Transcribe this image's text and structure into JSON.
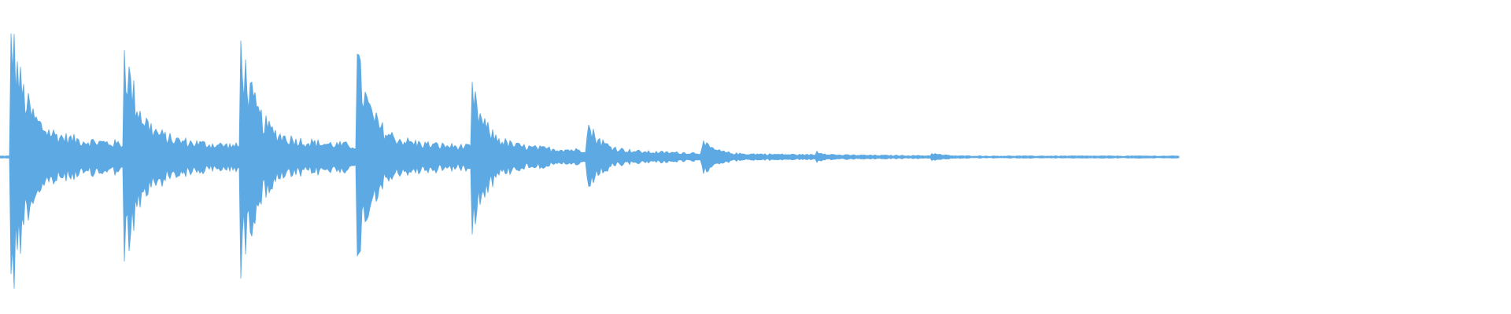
{
  "waveform": {
    "color": "#5DA9E3",
    "background": "#FFFFFF",
    "duration_fraction_with_audio": 0.78,
    "onsets": [
      {
        "time": 0.007,
        "peak": 0.66
      },
      {
        "time": 0.082,
        "peak": 0.56
      },
      {
        "time": 0.159,
        "peak": 0.58
      },
      {
        "time": 0.236,
        "peak": 0.5
      },
      {
        "time": 0.312,
        "peak": 0.34
      },
      {
        "time": 0.388,
        "peak": 0.18
      },
      {
        "time": 0.464,
        "peak": 0.08
      },
      {
        "time": 0.54,
        "peak": 0.03
      },
      {
        "time": 0.616,
        "peak": 0.02
      }
    ]
  }
}
